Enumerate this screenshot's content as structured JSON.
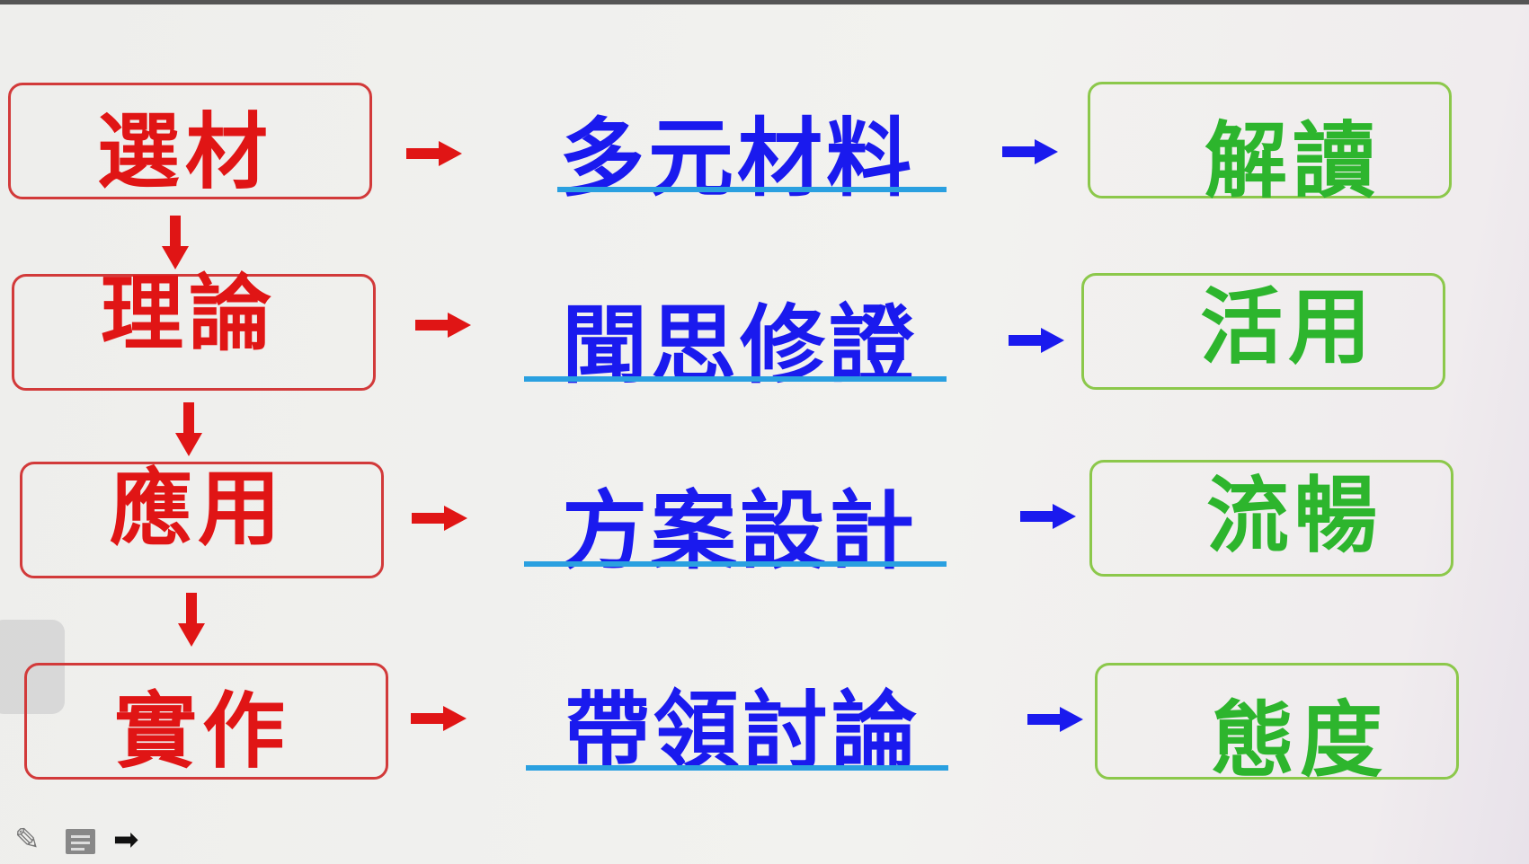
{
  "rows": [
    {
      "left": "選材",
      "middle": "多元材料",
      "right": "解讀"
    },
    {
      "left": "理論",
      "middle": "聞思修證",
      "right": "活用"
    },
    {
      "left": "應用",
      "middle": "方案設計",
      "right": "流暢"
    },
    {
      "left": "實作",
      "middle": "帶領討論",
      "right": "態度"
    }
  ],
  "controls": {
    "pen": "pencil-icon",
    "notes": "notes-icon",
    "pointer": "pointer-icon"
  },
  "colors": {
    "left": "#e01515",
    "middle": "#1a1aee",
    "right": "#2db52d",
    "underline": "#2aa0e0"
  }
}
